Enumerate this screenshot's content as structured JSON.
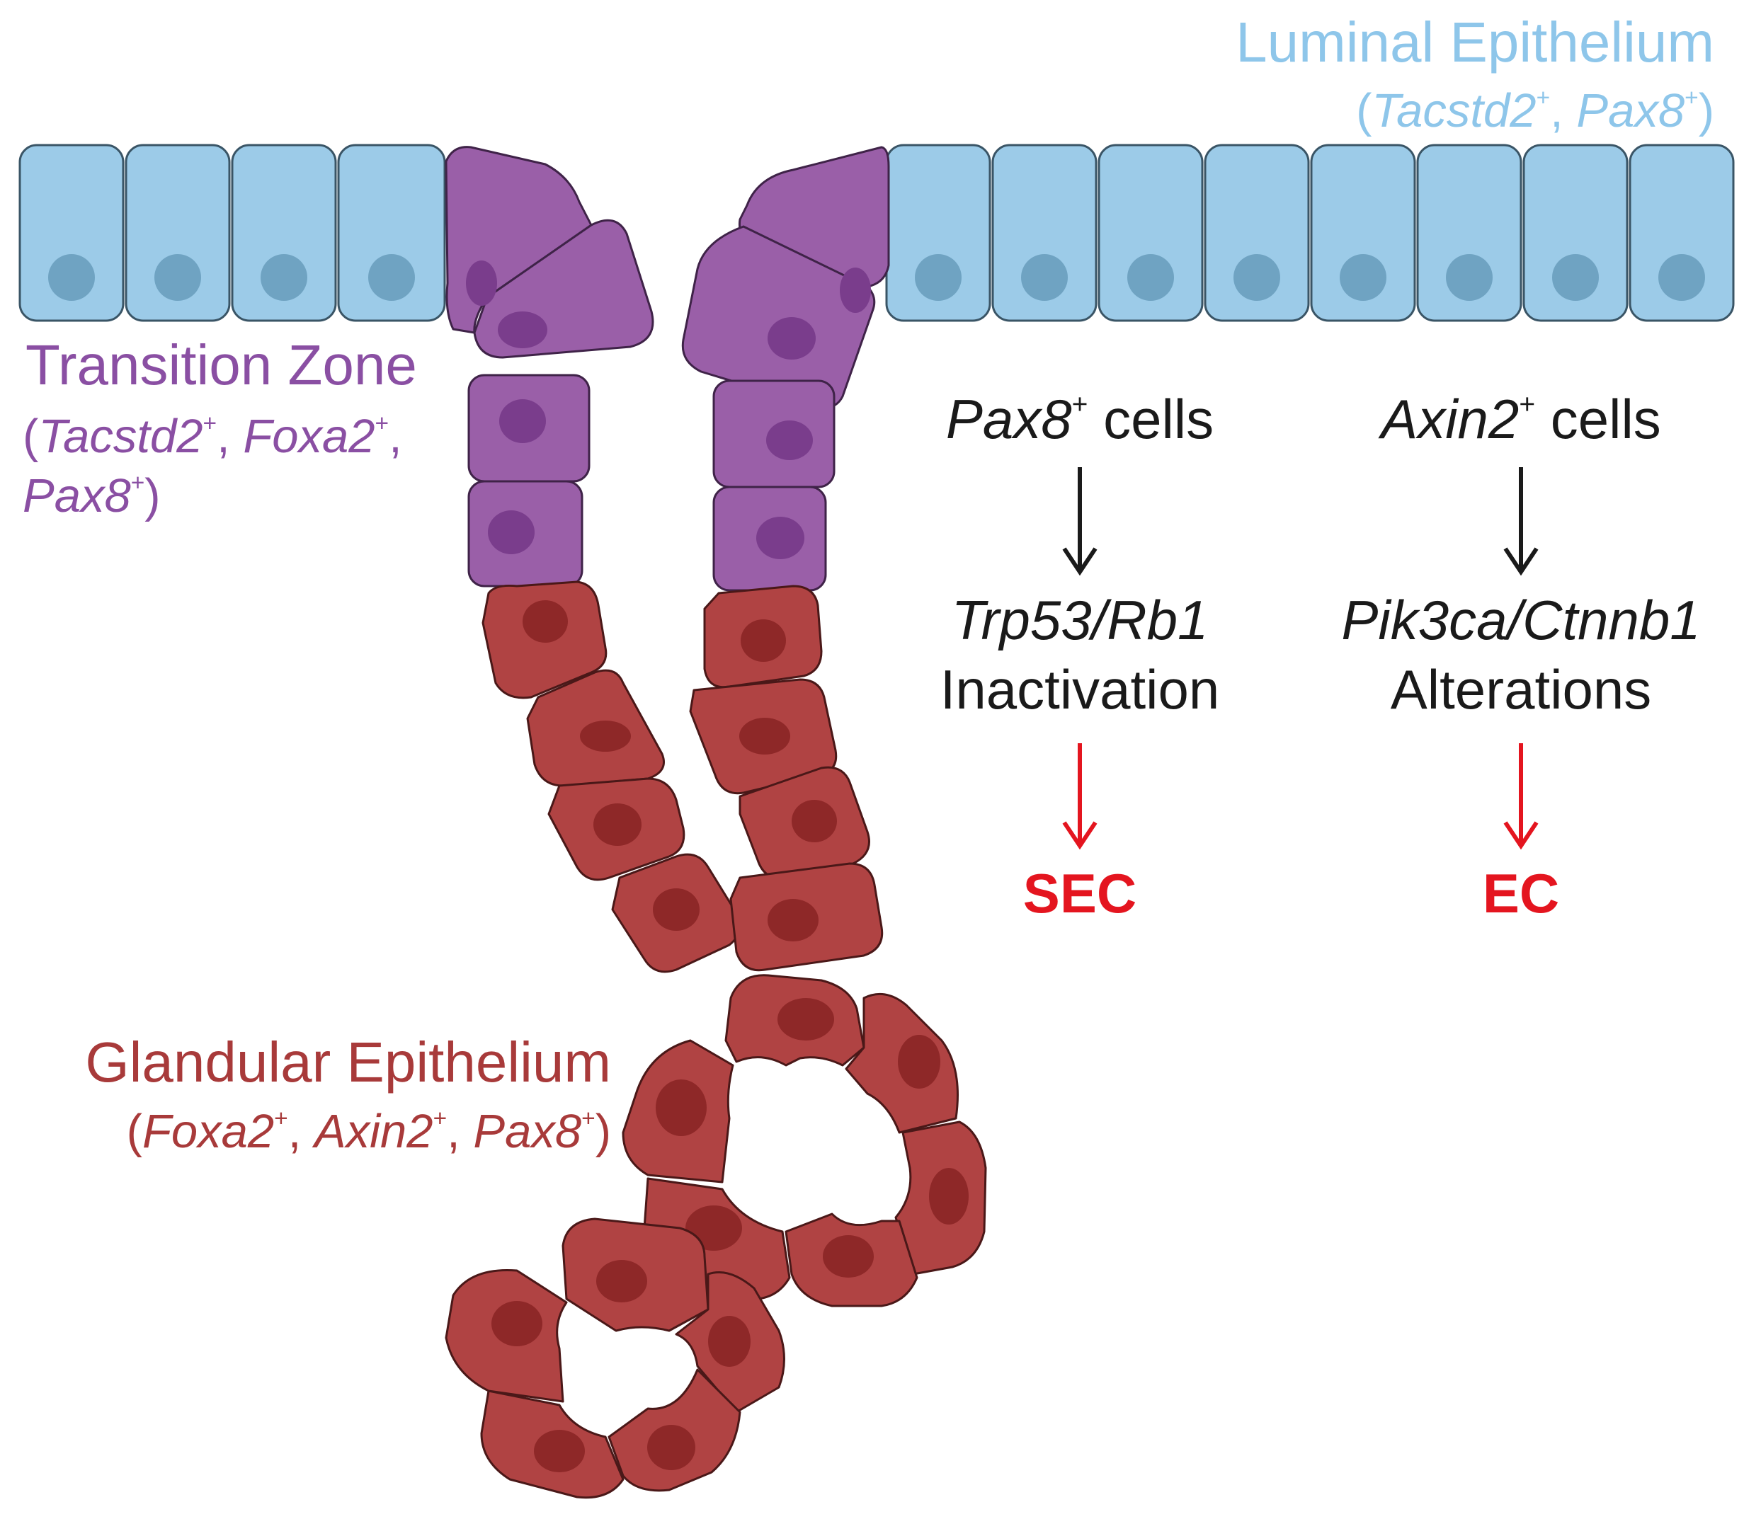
{
  "labels": {
    "luminal_title": "Luminal Epithelium",
    "luminal_markers": {
      "open": "(",
      "m1": "Tacstd2",
      "m2": "Pax8",
      "sup": "+",
      "sep": ", ",
      "close": ")"
    },
    "transition_title": "Transition Zone",
    "transition_markers": {
      "open": "(",
      "m1": "Tacstd2",
      "m2": "Foxa2",
      "m3": "Pax8",
      "sup": "+",
      "sep": ", ",
      "sep_end": ",",
      "close": ")"
    },
    "glandular_title": "Glandular Epithelium",
    "glandular_markers": {
      "open": "(",
      "m1": "Foxa2",
      "m2": "Axin2",
      "m3": "Pax8",
      "sup": "+",
      "sep": ", ",
      "close": ")"
    }
  },
  "pathways": [
    {
      "gene": "Pax8",
      "sup": "+",
      "cells": " cells",
      "alteration_genes": "Trp53/Rb1",
      "alteration": "Inactivation",
      "outcome": "SEC"
    },
    {
      "gene": "Axin2",
      "sup": "+",
      "cells": " cells",
      "alteration_genes": "Pik3ca/Ctnnb1",
      "alteration": "Alterations",
      "outcome": "EC"
    }
  ],
  "colors": {
    "luminal_cell": "#9ccbe8",
    "luminal_nucleus": "#6fa3c2",
    "transition_cell": "#9a5fa8",
    "transition_nucleus": "#7a3d8c",
    "glandular_cell": "#b04343",
    "glandular_nucleus": "#8e2828",
    "arrow_black": "#1a1a1a",
    "arrow_red": "#e4151f"
  }
}
